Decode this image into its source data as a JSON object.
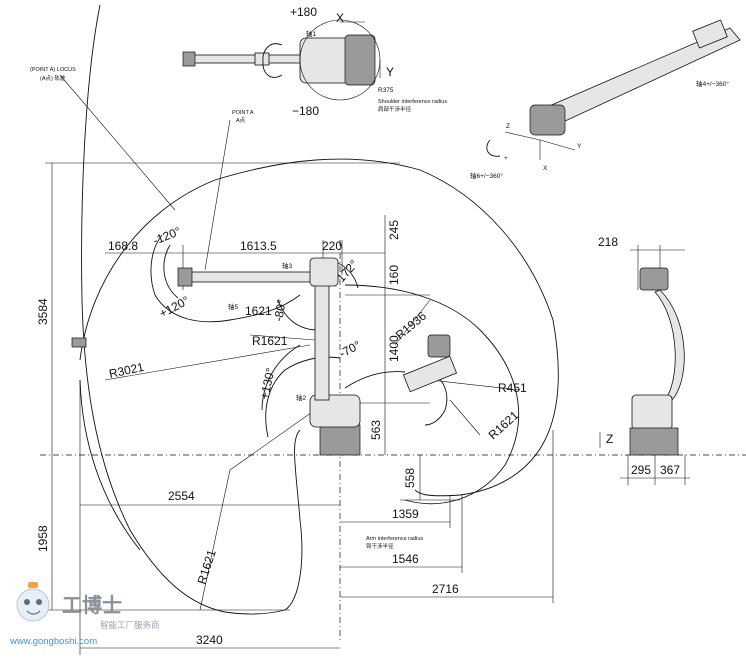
{
  "dimensions": {
    "d168_8": "168.8",
    "d1613_5": "1613.5",
    "d220": "220",
    "d245": "245",
    "d160": "160",
    "d1400": "1400",
    "d563": "563",
    "d558": "558",
    "d3584": "3584",
    "d1958": "1958",
    "d2554": "2554",
    "d1359": "1359",
    "d1546": "1546",
    "d2716": "2716",
    "d3240": "3240",
    "d1621_top": "1621",
    "d218": "218",
    "d295": "295",
    "d367": "367"
  },
  "radii": {
    "r3021": "R3021",
    "r1621_a": "R1621",
    "r1621_b": "R1621",
    "r1621_c": "R1621",
    "r1936": "R1936",
    "r451": "R451",
    "r375": "R375"
  },
  "angles": {
    "a_neg120": "-120°",
    "a_pos120": "+120°",
    "a_172": "172°",
    "a_neg80": "-80°",
    "a_neg70": "-70°",
    "a_pos130": "+130°",
    "a_plus180": "+180",
    "a_minus180": "−180",
    "a_axis4": "轴4+/−360°",
    "a_axis6": "轴6+/−360°"
  },
  "axis_labels": {
    "axis1": "轴1",
    "axis2": "轴2",
    "axis3": "轴3",
    "axis5": "轴5",
    "x_top": "X",
    "y_top": "Y",
    "x_iso": "X",
    "y_iso": "Y",
    "z_iso": "Z",
    "plus_iso": "+",
    "z_side": "Z"
  },
  "notes": {
    "locus_en": "(POINT A) LOCUS",
    "locus_cn": "(A点) 轨迹",
    "point_a_en": "POINT A",
    "point_a_cn": "A点",
    "shoulder_en": "Shoulder interference radius",
    "shoulder_cn": "肩部干涉半径",
    "arm_en": "Arm interference radius",
    "arm_cn": "臂干涉半径"
  },
  "watermark": {
    "brand": "工博士",
    "tagline": "智能工厂服务商",
    "url": "www.gongboshi.com"
  }
}
